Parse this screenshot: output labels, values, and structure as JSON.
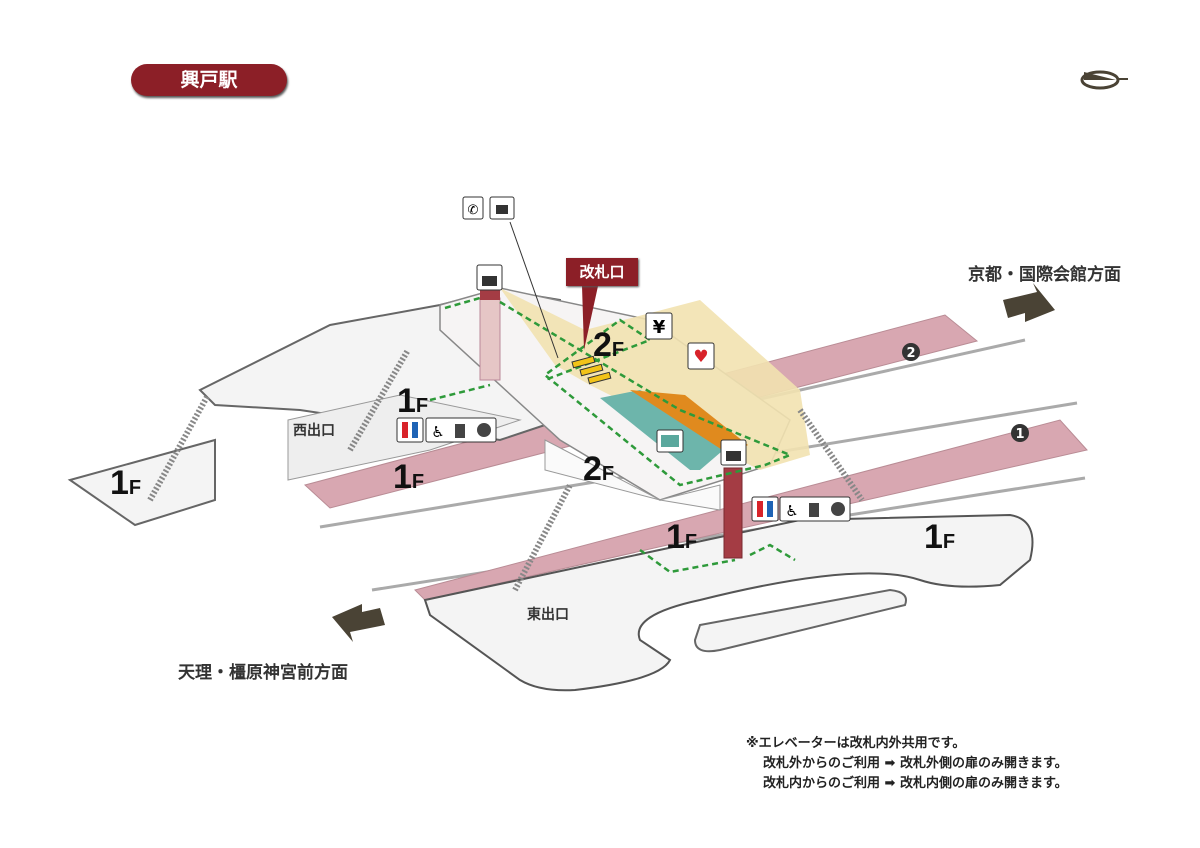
{
  "station_name": "興戸駅",
  "directions": {
    "north": "京都・国際会館方面",
    "south": "天理・橿原神宮前方面"
  },
  "gate_label": "改札口",
  "exits": {
    "west": "西出口",
    "east": "東出口"
  },
  "floors": [
    {
      "num": "1",
      "suffix": "F"
    },
    {
      "num": "1",
      "suffix": "F"
    },
    {
      "num": "1",
      "suffix": "F"
    },
    {
      "num": "2",
      "suffix": "F"
    },
    {
      "num": "2",
      "suffix": "F"
    },
    {
      "num": "1",
      "suffix": "F"
    },
    {
      "num": "1",
      "suffix": "F"
    }
  ],
  "platforms": [
    "2",
    "1"
  ],
  "icons": {
    "yen": "¥"
  },
  "notes": [
    "※エレベーターは改札内外共用です。",
    "改札外からのご利用 ➡ 改札外側の扉のみ開きます。",
    "改札内からのご利用 ➡ 改札内側の扉のみ開きます。"
  ],
  "colors": {
    "brand": "#8c1f27",
    "platform": "#d8a7b1",
    "paid_area": "#f2e2b0",
    "route": "#2e9a3a",
    "arrow": "#4a4335"
  }
}
